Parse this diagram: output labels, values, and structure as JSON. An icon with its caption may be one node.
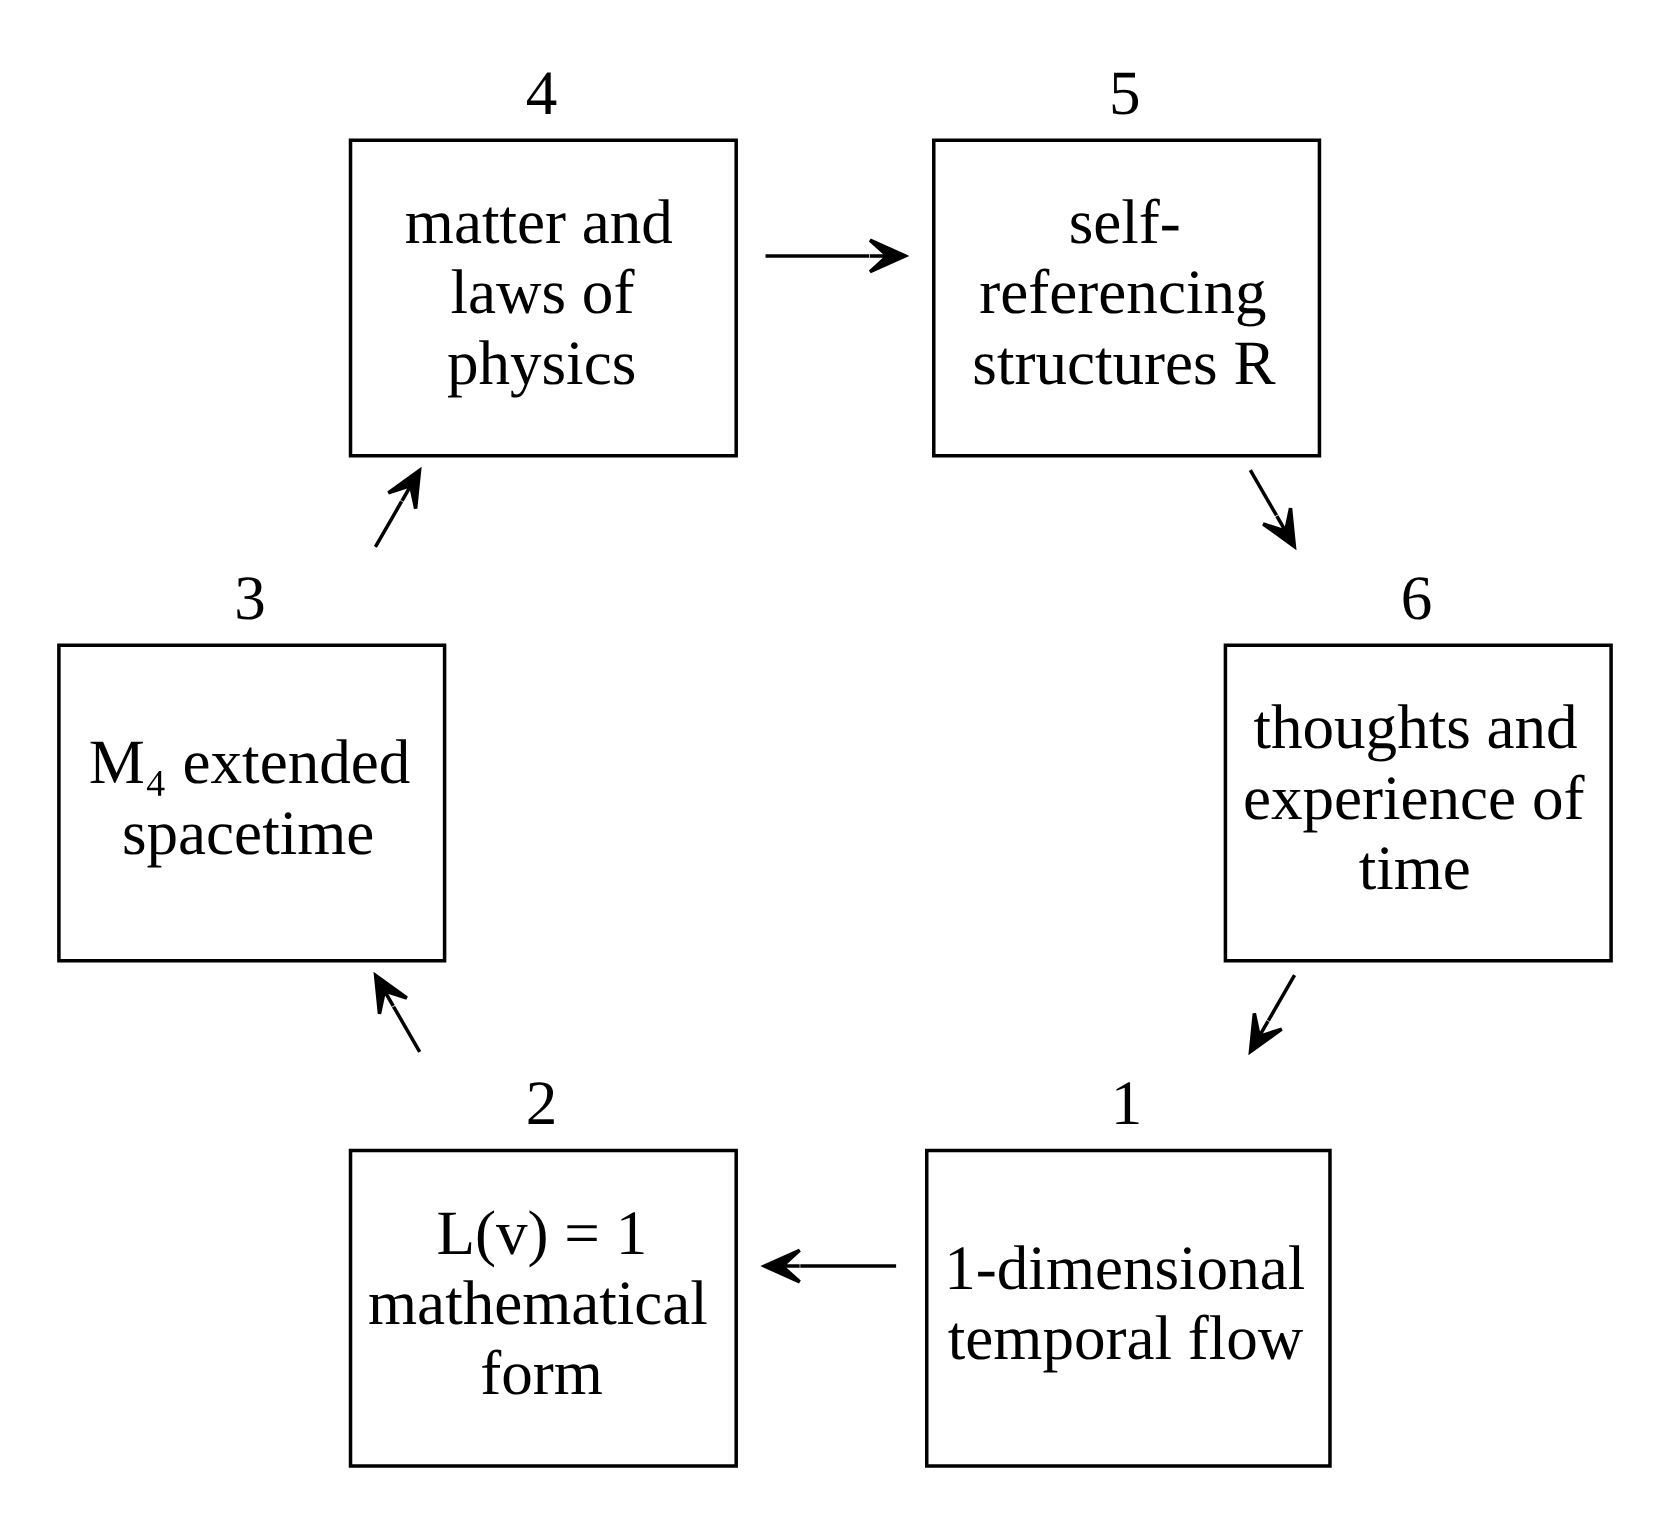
{
  "diagram": {
    "nodes": [
      {
        "text": [
          "1-dimensional temporal flow"
        ],
        "beside": [
          "1"
        ]
      },
      {
        "text": [
          "L(v) = 1 mathematical form"
        ],
        "beside": [
          "2"
        ]
      },
      {
        "text": [
          "M₄ extended spacetime"
        ],
        "beside": [
          "3"
        ]
      },
      {
        "text": [
          "matter and laws of physics"
        ],
        "beside": [
          "4"
        ]
      },
      {
        "text": [
          "self-referencing structures R"
        ],
        "beside": [
          "5"
        ]
      },
      {
        "text": [
          "thoughts and experience of time"
        ],
        "beside": [
          "6"
        ]
      }
    ],
    "edges": [
      {
        "from": 0,
        "to": 1,
        "arrow": "to"
      },
      {
        "from": 1,
        "to": 2,
        "arrow": "to"
      },
      {
        "from": 2,
        "to": 3,
        "arrow": "to"
      },
      {
        "from": 3,
        "to": 4,
        "arrow": "to"
      },
      {
        "from": 4,
        "to": 5,
        "arrow": "to"
      },
      {
        "from": 5,
        "to": 0,
        "arrow": "to"
      }
    ]
  }
}
